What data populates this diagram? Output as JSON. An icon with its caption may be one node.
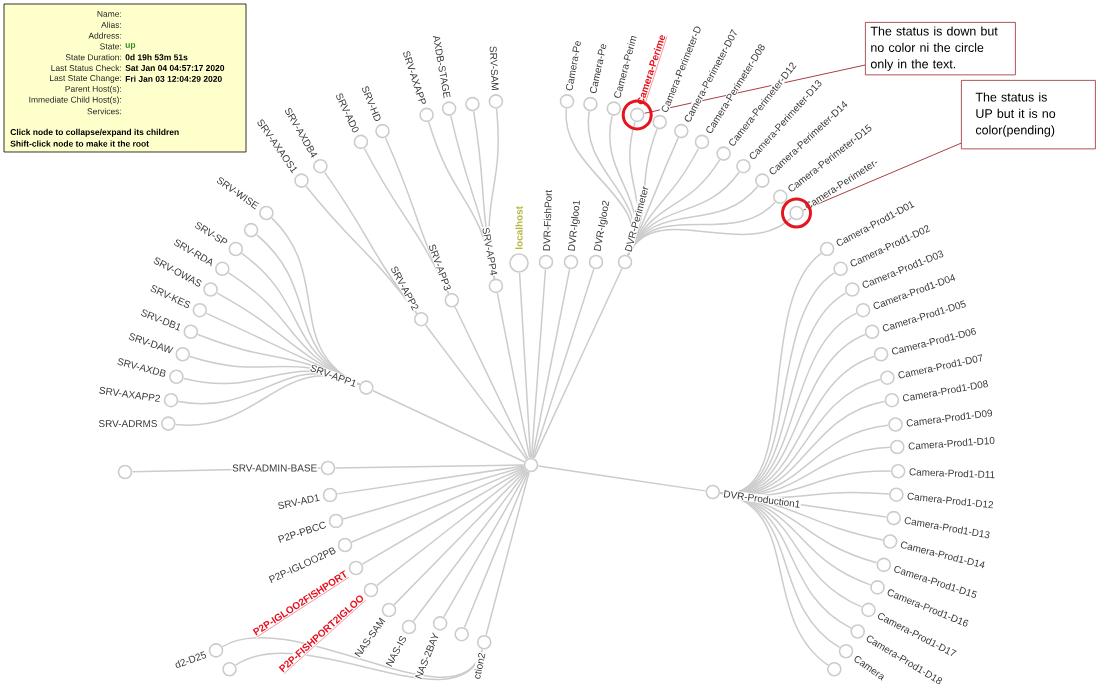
{
  "diagram": {
    "nodes": [
      {
        "text": [],
        "shape": "circle"
      },
      {
        "text": [
          "SRV-APP1"
        ]
      },
      {
        "text": [
          "SRV-WISE"
        ]
      },
      {
        "text": [],
        "shape": "circle"
      },
      {
        "text": [
          "SRV-SP"
        ]
      },
      {
        "text": [
          "SRV-RDA"
        ]
      },
      {
        "text": [
          "SRV-OWAS"
        ]
      },
      {
        "text": [
          "SRV-KES"
        ]
      },
      {
        "text": [
          "SRV-DB1"
        ]
      },
      {
        "text": [
          "SRV-DAW"
        ]
      },
      {
        "text": [
          "SRV-AXDB"
        ]
      },
      {
        "text": [
          "SRV-AXAPP2"
        ]
      },
      {
        "text": [
          "SRV-ADRMS"
        ]
      },
      {
        "text": [
          "SRV-APP2"
        ]
      },
      {
        "text": [
          "SRV-AXAOS1"
        ]
      },
      {
        "text": [
          "SRV-AXDB4"
        ]
      },
      {
        "text": [
          "SRV-APP3"
        ]
      },
      {
        "text": [
          "SRV-AD0"
        ]
      },
      {
        "text": [
          "SRV-HD"
        ]
      },
      {
        "text": [
          "SRV-APP4"
        ]
      },
      {
        "text": [
          "SRV-AXAPP"
        ]
      },
      {
        "text": [
          "AXDB-STAGE"
        ]
      },
      {
        "text": [],
        "shape": "circle"
      },
      {
        "text": [
          "SRV-SAM"
        ]
      },
      {
        "text": [
          "localhost"
        ]
      },
      {
        "text": [
          "DVR-FishPort"
        ]
      },
      {
        "text": [
          "DVR-Igloo1"
        ]
      },
      {
        "text": [
          "DVR-Igloo2"
        ]
      },
      {
        "text": [
          "DVR-Perimeter"
        ]
      },
      {
        "text": [
          "Camera-Pe"
        ]
      },
      {
        "text": [
          "Camera-Pe"
        ]
      },
      {
        "text": [
          "Camera-Perim"
        ]
      },
      {
        "text": [
          "Camera-Perime"
        ]
      },
      {
        "text": [
          "Camera-Perimeter-D"
        ]
      },
      {
        "text": [
          "Camera-Perimeter-D07"
        ]
      },
      {
        "text": [
          "Camera-Perimeter-D08"
        ]
      },
      {
        "text": [
          "Camera-Perimeter-D12"
        ]
      },
      {
        "text": [
          "Camera-Perimeter-D13"
        ]
      },
      {
        "text": [
          "Camera-Perimeter-D14"
        ]
      },
      {
        "text": [
          "Camera-Perimeter-D15"
        ]
      },
      {
        "text": [
          "Camera-Perimeter-"
        ]
      },
      {
        "text": [
          "DVR-Production1"
        ]
      },
      {
        "text": [
          "Camera-Prod1-D01"
        ]
      },
      {
        "text": [
          "Camera-Prod1-D02"
        ]
      },
      {
        "text": [
          "Camera-Prod1-D03"
        ]
      },
      {
        "text": [
          "Camera-Prod1-D04"
        ]
      },
      {
        "text": [
          "Camera-Prod1-D05"
        ]
      },
      {
        "text": [
          "Camera-Prod1-D06"
        ]
      },
      {
        "text": [
          "Camera-Prod1-D07"
        ]
      },
      {
        "text": [
          "Camera-Prod1-D08"
        ]
      },
      {
        "text": [
          "Camera-Prod1-D09"
        ]
      },
      {
        "text": [
          "Camera-Prod1-D10"
        ]
      },
      {
        "text": [
          "Camera-Prod1-D11"
        ]
      },
      {
        "text": [
          "Camera-Prod1-D12"
        ]
      },
      {
        "text": [
          "Camera-Prod1-D13"
        ]
      },
      {
        "text": [
          "Camera-Prod1-D14"
        ]
      },
      {
        "text": [
          "Camera-Prod1-D15"
        ]
      },
      {
        "text": [
          "Camera-Prod1-D16"
        ]
      },
      {
        "text": [
          "Camera-Prod1-D17"
        ]
      },
      {
        "text": [
          "Camera-Prod1-D18"
        ]
      },
      {
        "text": [
          "Camera"
        ]
      },
      {
        "text": [],
        "shape": "circle"
      },
      {
        "text": [
          "SRV-ADMIN-BASE"
        ]
      },
      {
        "text": [],
        "shape": "circle"
      },
      {
        "text": [
          "SRV-AD1"
        ]
      },
      {
        "text": [
          "P2P-PBCC"
        ]
      },
      {
        "text": [
          "P2P-IGLOO2PB"
        ]
      },
      {
        "text": [
          "P2P-IGLOO2FISHPORT"
        ]
      },
      {
        "text": [
          "P2P-FISHPORT2IGLOO"
        ]
      },
      {
        "text": [
          "NAS-SAM"
        ]
      },
      {
        "text": [
          "NAS-IS"
        ]
      },
      {
        "text": [
          "NAS-2BAY"
        ]
      },
      {
        "text": [],
        "shape": "circle"
      },
      {
        "text": [
          "ction2"
        ]
      },
      {
        "text": [
          "d2-D25"
        ]
      },
      {
        "text": [],
        "shape": "circle"
      },
      {
        "text": [
          "Name:",
          "Alias:",
          "Address:",
          "State:",
          "up",
          "State Duration:",
          "0d 19h 53m 51s",
          "Last Status Check:",
          "Sat Jan 04 04:57:17 2020",
          "Last State Change:",
          "Fri Jan 03 12:04:29 2020",
          "Parent Host(s):",
          "Immediate Child Host(s):",
          "Services:",
          "Click node to collapse/expand its children",
          "Shift-click node to make it the root"
        ]
      },
      {
        "text": [
          "The status is down but no color ni the circle only in the text."
        ]
      },
      {
        "text": [
          "The status is UP but it is no color(pending)"
        ]
      }
    ],
    "edges": [
      {
        "from": 0,
        "to": 1,
        "arrow": "none"
      },
      {
        "from": 1,
        "to": 2,
        "arrow": "none"
      },
      {
        "from": 1,
        "to": 3,
        "arrow": "none"
      },
      {
        "from": 1,
        "to": 4,
        "arrow": "none"
      },
      {
        "from": 1,
        "to": 5,
        "arrow": "none"
      },
      {
        "from": 1,
        "to": 6,
        "arrow": "none"
      },
      {
        "from": 1,
        "to": 7,
        "arrow": "none"
      },
      {
        "from": 1,
        "to": 8,
        "arrow": "none"
      },
      {
        "from": 1,
        "to": 9,
        "arrow": "none"
      },
      {
        "from": 1,
        "to": 10,
        "arrow": "none"
      },
      {
        "from": 1,
        "to": 11,
        "arrow": "none"
      },
      {
        "from": 1,
        "to": 12,
        "arrow": "none"
      },
      {
        "from": 0,
        "to": 13,
        "arrow": "none"
      },
      {
        "from": 13,
        "to": 14,
        "arrow": "none"
      },
      {
        "from": 13,
        "to": 15,
        "arrow": "none"
      },
      {
        "from": 0,
        "to": 16,
        "arrow": "none"
      },
      {
        "from": 16,
        "to": 17,
        "arrow": "none"
      },
      {
        "from": 16,
        "to": 18,
        "arrow": "none"
      },
      {
        "from": 0,
        "to": 19,
        "arrow": "none"
      },
      {
        "from": 19,
        "to": 20,
        "arrow": "none"
      },
      {
        "from": 19,
        "to": 21,
        "arrow": "none"
      },
      {
        "from": 19,
        "to": 22,
        "arrow": "none"
      },
      {
        "from": 19,
        "to": 23,
        "arrow": "none"
      },
      {
        "from": 0,
        "to": 24,
        "arrow": "none"
      },
      {
        "from": 0,
        "to": 25,
        "arrow": "none"
      },
      {
        "from": 0,
        "to": 26,
        "arrow": "none"
      },
      {
        "from": 0,
        "to": 27,
        "arrow": "none"
      },
      {
        "from": 0,
        "to": 28,
        "arrow": "none"
      },
      {
        "from": 28,
        "to": 29,
        "arrow": "none"
      },
      {
        "from": 28,
        "to": 30,
        "arrow": "none"
      },
      {
        "from": 28,
        "to": 31,
        "arrow": "none"
      },
      {
        "from": 28,
        "to": 32,
        "arrow": "none"
      },
      {
        "from": 28,
        "to": 33,
        "arrow": "none"
      },
      {
        "from": 28,
        "to": 34,
        "arrow": "none"
      },
      {
        "from": 28,
        "to": 35,
        "arrow": "none"
      },
      {
        "from": 28,
        "to": 36,
        "arrow": "none"
      },
      {
        "from": 28,
        "to": 37,
        "arrow": "none"
      },
      {
        "from": 28,
        "to": 38,
        "arrow": "none"
      },
      {
        "from": 28,
        "to": 39,
        "arrow": "none"
      },
      {
        "from": 28,
        "to": 40,
        "arrow": "none"
      },
      {
        "from": 0,
        "to": 41,
        "arrow": "none"
      },
      {
        "from": 41,
        "to": 42,
        "arrow": "none"
      },
      {
        "from": 41,
        "to": 43,
        "arrow": "none"
      },
      {
        "from": 41,
        "to": 44,
        "arrow": "none"
      },
      {
        "from": 41,
        "to": 45,
        "arrow": "none"
      },
      {
        "from": 41,
        "to": 46,
        "arrow": "none"
      },
      {
        "from": 41,
        "to": 47,
        "arrow": "none"
      },
      {
        "from": 41,
        "to": 48,
        "arrow": "none"
      },
      {
        "from": 41,
        "to": 49,
        "arrow": "none"
      },
      {
        "from": 41,
        "to": 50,
        "arrow": "none"
      },
      {
        "from": 41,
        "to": 51,
        "arrow": "none"
      },
      {
        "from": 41,
        "to": 52,
        "arrow": "none"
      },
      {
        "from": 41,
        "to": 53,
        "arrow": "none"
      },
      {
        "from": 41,
        "to": 54,
        "arrow": "none"
      },
      {
        "from": 41,
        "to": 55,
        "arrow": "none"
      },
      {
        "from": 41,
        "to": 56,
        "arrow": "none"
      },
      {
        "from": 41,
        "to": 57,
        "arrow": "none"
      },
      {
        "from": 41,
        "to": 58,
        "arrow": "none"
      },
      {
        "from": 41,
        "to": 59,
        "arrow": "none"
      },
      {
        "from": 41,
        "to": 60,
        "arrow": "none"
      },
      {
        "from": 41,
        "to": 61,
        "arrow": "none"
      },
      {
        "from": 0,
        "to": 62,
        "arrow": "none"
      },
      {
        "from": 62,
        "to": 63,
        "arrow": "none"
      },
      {
        "from": 0,
        "to": 64,
        "arrow": "none"
      },
      {
        "from": 0,
        "to": 65,
        "arrow": "none"
      },
      {
        "from": 0,
        "to": 66,
        "arrow": "none"
      },
      {
        "from": 0,
        "to": 67,
        "arrow": "none"
      },
      {
        "from": 0,
        "to": 68,
        "arrow": "none"
      },
      {
        "from": 0,
        "to": 69,
        "arrow": "none"
      },
      {
        "from": 0,
        "to": 70,
        "arrow": "none"
      },
      {
        "from": 0,
        "to": 71,
        "arrow": "none"
      },
      {
        "from": 0,
        "to": 72,
        "arrow": "none"
      },
      {
        "from": 0,
        "to": 73,
        "arrow": "none"
      },
      {
        "from": 73,
        "to": 74,
        "arrow": "none"
      },
      {
        "from": 73,
        "to": 75,
        "arrow": "none"
      },
      {
        "from": 77,
        "to": 32,
        "arrow": "none",
        "color": "#9c2a2e"
      },
      {
        "from": 78,
        "to": 40,
        "arrow": "none",
        "color": "#9c2a2e"
      }
    ]
  }
}
